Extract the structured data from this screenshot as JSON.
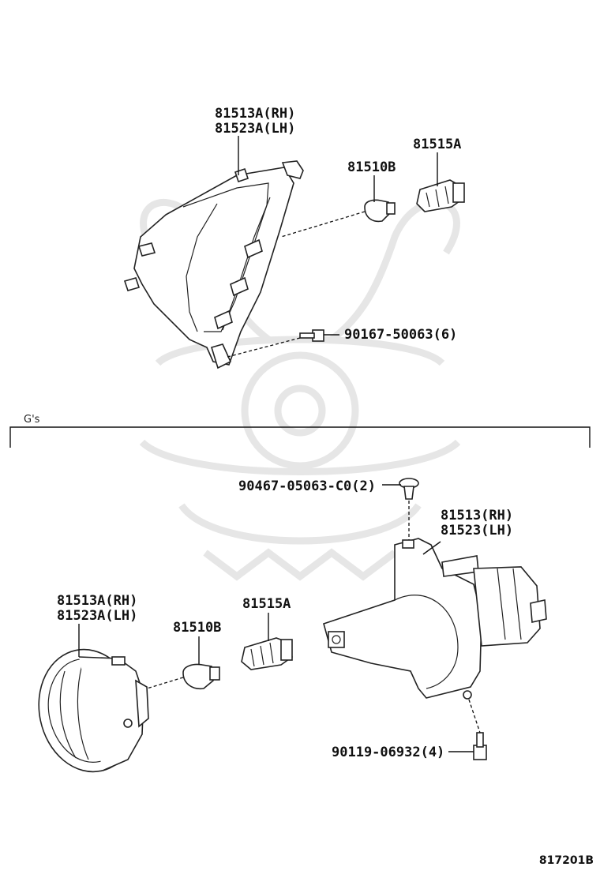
{
  "labels": {
    "top_housing_rh": "81513A(RH)",
    "top_housing_lh": "81523A(LH)",
    "top_socket": "81515A",
    "top_bulb": "81510B",
    "top_screw": "90167-50063(6)",
    "section_title": "G's",
    "clip": "90467-05063-C0(2)",
    "bracket_rh": "81513(RH)",
    "bracket_lh": "81523(LH)",
    "bottom_housing_rh": "81513A(RH)",
    "bottom_housing_lh": "81523A(LH)",
    "bottom_bulb": "81510B",
    "bottom_socket": "81515A",
    "bottom_screw": "90119-06932(4)",
    "diagram_code": "817201B"
  },
  "colors": {
    "line": "#222222",
    "watermark": "#e6e6e6",
    "background": "#ffffff"
  }
}
